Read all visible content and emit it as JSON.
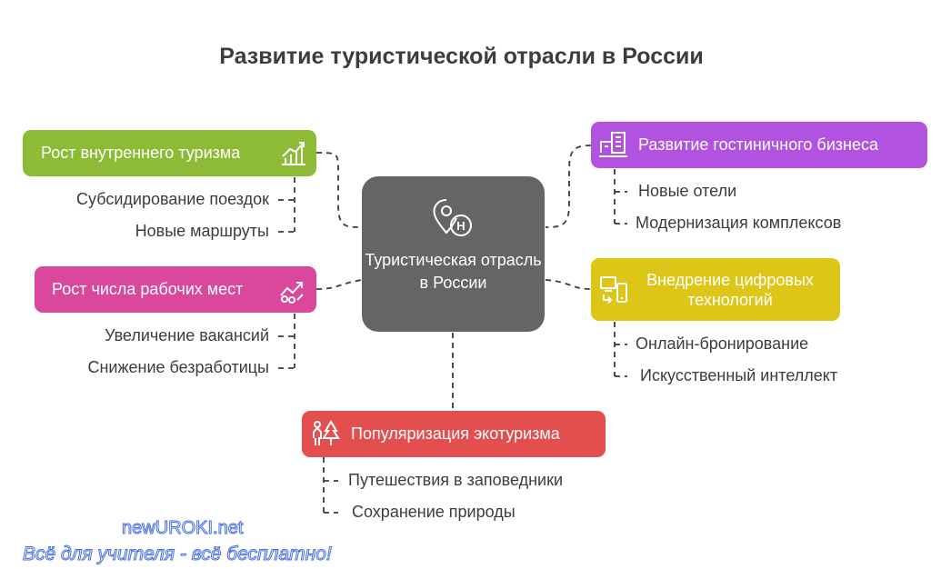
{
  "title": "Развитие туристической отрасли в России",
  "center": {
    "label": "Туристическая отрасль в России",
    "icon": "map-pin-hotel-icon"
  },
  "branches": [
    {
      "label": "Рост внутреннего туризма",
      "color": "#8dbb35",
      "icon": "growth-chart-icon",
      "items": [
        "Субсидирование поездок",
        "Новые маршруты"
      ]
    },
    {
      "label": "Рост числа рабочих мест",
      "color": "#d9489c",
      "icon": "trend-arrow-icon",
      "items": [
        "Увеличение вакансий",
        "Снижение безработицы"
      ]
    },
    {
      "label": "Развитие гостиничного бизнеса",
      "color": "#b152e0",
      "icon": "hotel-buildings-icon",
      "items": [
        "Новые отели",
        "Модернизация комплексов"
      ]
    },
    {
      "label": "Внедрение цифровых технологий",
      "color": "#ddc617",
      "icon": "devices-sync-icon",
      "items": [
        "Онлайн-бронирование",
        "Искусственный интеллект"
      ]
    },
    {
      "label": "Популяризация экотуризма",
      "color": "#e34f4f",
      "icon": "hikers-tree-icon",
      "items": [
        "Путешествия в заповедники",
        "Сохранение природы"
      ]
    }
  ],
  "watermark": {
    "site": "newUROKI.net",
    "slogan": "Всё для учителя - всё бесплатно!"
  }
}
